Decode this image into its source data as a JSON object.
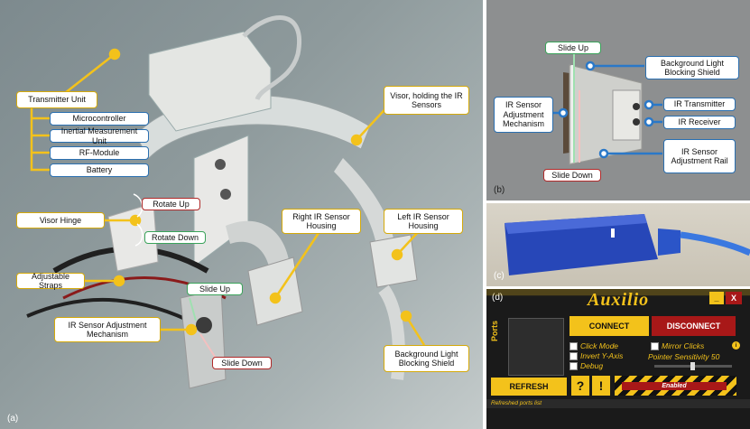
{
  "panel_a": {
    "tag": "(a)",
    "labels": {
      "transmitter": "Transmitter Unit",
      "microcontroller": "Microcontroller",
      "imu": "Inertial Measurement Unit",
      "rf": "RF-Module",
      "battery": "Battery",
      "visor": "Visor, holding the IR Sensors",
      "rotate_up": "Rotate Up",
      "visor_hinge": "Visor Hinge",
      "rotate_down": "Rotate Down",
      "right_ir": "Right IR Sensor Housing",
      "left_ir": "Left IR Sensor Housing",
      "straps": "Adjustable Straps",
      "slide_up": "Slide Up",
      "ir_adj": "IR Sensor Adjustment Mechanism",
      "slide_down": "Slide Down",
      "bg_shield": "Background Light Blocking Shield"
    }
  },
  "panel_b": {
    "tag": "(b)",
    "labels": {
      "slide_up": "Slide Up",
      "bg_shield": "Background Light Blocking Shield",
      "ir_adj": "IR Sensor Adjustment Mechanism",
      "ir_tx": "IR Transmitter",
      "ir_rx": "IR Receiver",
      "ir_rail": "IR Sensor Adjustment Rail",
      "slide_down": "Slide Down"
    }
  },
  "panel_c": {
    "tag": "(c)"
  },
  "panel_d": {
    "tag": "(d)",
    "app_title": "Auxilio",
    "min_label": "_",
    "close_label": "X",
    "ports_label": "Ports",
    "connect": "CONNECT",
    "disconnect": "DISCONNECT",
    "click_mode": "Click Mode",
    "mirror_clicks": "Mirror Clicks",
    "invert_y": "Invert Y-Axis",
    "debug": "Debug",
    "sensitivity": "Pointer Sensitivity 50",
    "refresh": "REFRESH",
    "help": "?",
    "alert": "!",
    "enabled": "Enabled",
    "status": "Refreshed ports list",
    "colors": {
      "accent": "#f3c21b",
      "disconnect": "#a81818"
    }
  }
}
